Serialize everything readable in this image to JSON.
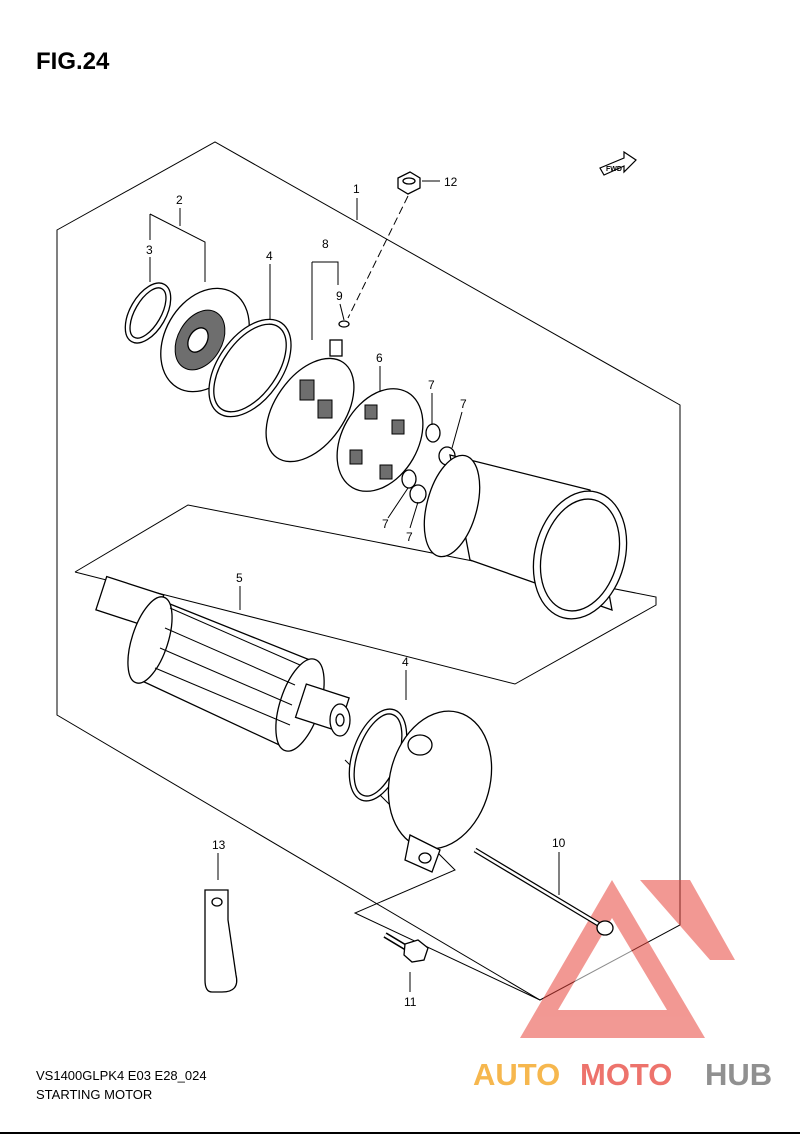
{
  "figure": {
    "title": "FIG.24",
    "model_code": "VS1400GLPK4 E03 E28_024",
    "assembly_name": "STARTING MOTOR",
    "direction_marker": "FWD"
  },
  "callouts": {
    "c1": "1",
    "c2": "2",
    "c3": "3",
    "c4a": "4",
    "c4b": "4",
    "c5": "5",
    "c6": "6",
    "c7a": "7",
    "c7b": "7",
    "c7c": "7",
    "c7d": "7",
    "c8": "8",
    "c9": "9",
    "c10": "10",
    "c11": "11",
    "c12": "12",
    "c13": "13"
  },
  "watermark": {
    "part1": "AUTO",
    "part2": "MOTO",
    "part3": "HUB",
    "colors": {
      "orange": "#f5a623",
      "red": "#e8453c",
      "gray": "#6b6b6b"
    }
  }
}
